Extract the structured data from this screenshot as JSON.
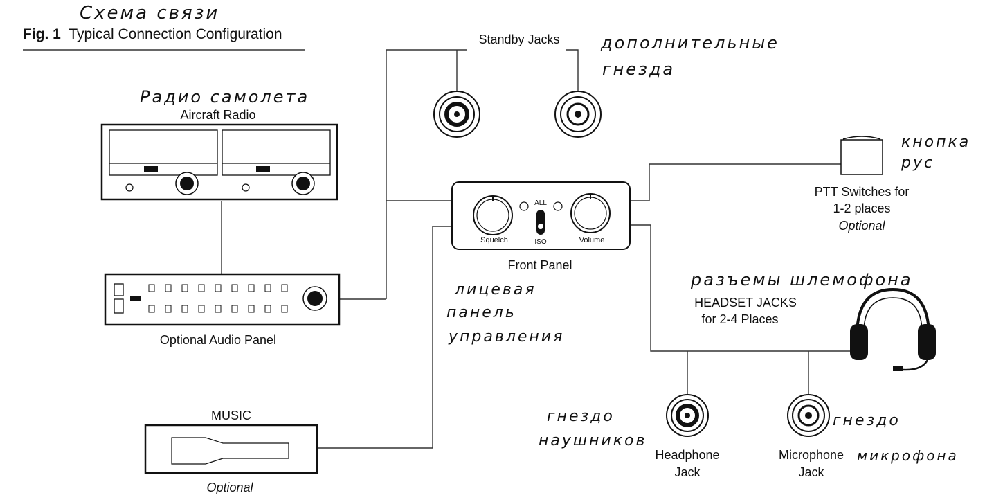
{
  "title": {
    "handwritten": "Схема связи",
    "fig_label": "Fig. 1",
    "caption": "Typical Connection Configuration"
  },
  "standby_jacks": {
    "label": "Standby Jacks",
    "handwritten_line1": "дополнительные",
    "handwritten_line2": "гнезда"
  },
  "aircraft_radio": {
    "handwritten": "Радио самолета",
    "label": "Aircraft Radio"
  },
  "audio_panel": {
    "label": "Optional Audio Panel"
  },
  "front_panel": {
    "label": "Front Panel",
    "squelch": "Squelch",
    "volume": "Volume",
    "all": "ALL",
    "iso": "ISO",
    "handwritten_line1": "лицевая",
    "handwritten_line2": "панель",
    "handwritten_line3": "управления"
  },
  "ptt": {
    "handwritten_line1": "кнопка",
    "handwritten_line2": "рус",
    "line1": "PTT Switches for",
    "line2": "1-2 places",
    "line3": "Optional"
  },
  "headset": {
    "handwritten": "разъемы шлемофона",
    "line1": "HEADSET JACKS",
    "line2": "for 2-4 Places"
  },
  "music": {
    "label": "MUSIC",
    "optional": "Optional"
  },
  "headphone_jack": {
    "handwritten_line1": "гнездо",
    "handwritten_line2": "наушников",
    "line1": "Headphone",
    "line2": "Jack"
  },
  "microphone_jack": {
    "handwritten_line1": "гнездо",
    "handwritten_line2": "микрофона",
    "line1": "Microphone",
    "line2": "Jack"
  }
}
